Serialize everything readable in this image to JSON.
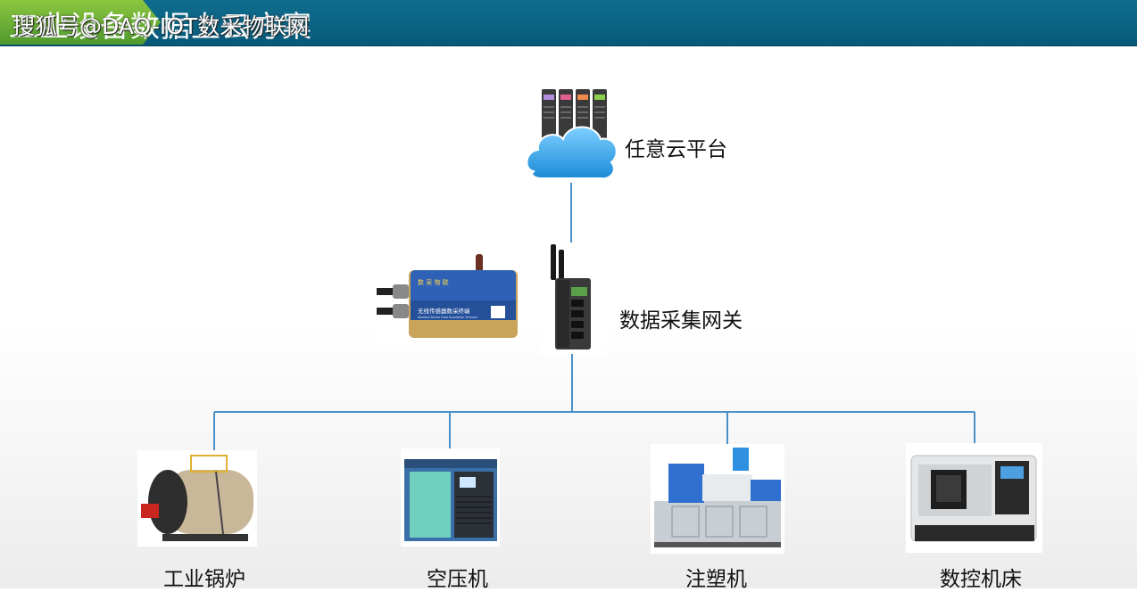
{
  "header": {
    "title": "工业设备数据上云方案",
    "watermark": "搜狐号@DAQ-IOT数采物联网"
  },
  "cloud": {
    "label": "任意云平台"
  },
  "gateway": {
    "label": "数据采集网关"
  },
  "sensor_terminal": {
    "brand": "数 采 物 联",
    "text": "无线传感器数采终端",
    "subtext": "Wireless Sensor Data Acquisition Terminal"
  },
  "devices": [
    {
      "label": "工业锅炉"
    },
    {
      "label": "空压机"
    },
    {
      "label": "注塑机"
    },
    {
      "label": "数控机床"
    }
  ],
  "colors": {
    "banner": "#0b6485",
    "banner_tab": "#6db33f",
    "connector": "#4a90c8"
  }
}
